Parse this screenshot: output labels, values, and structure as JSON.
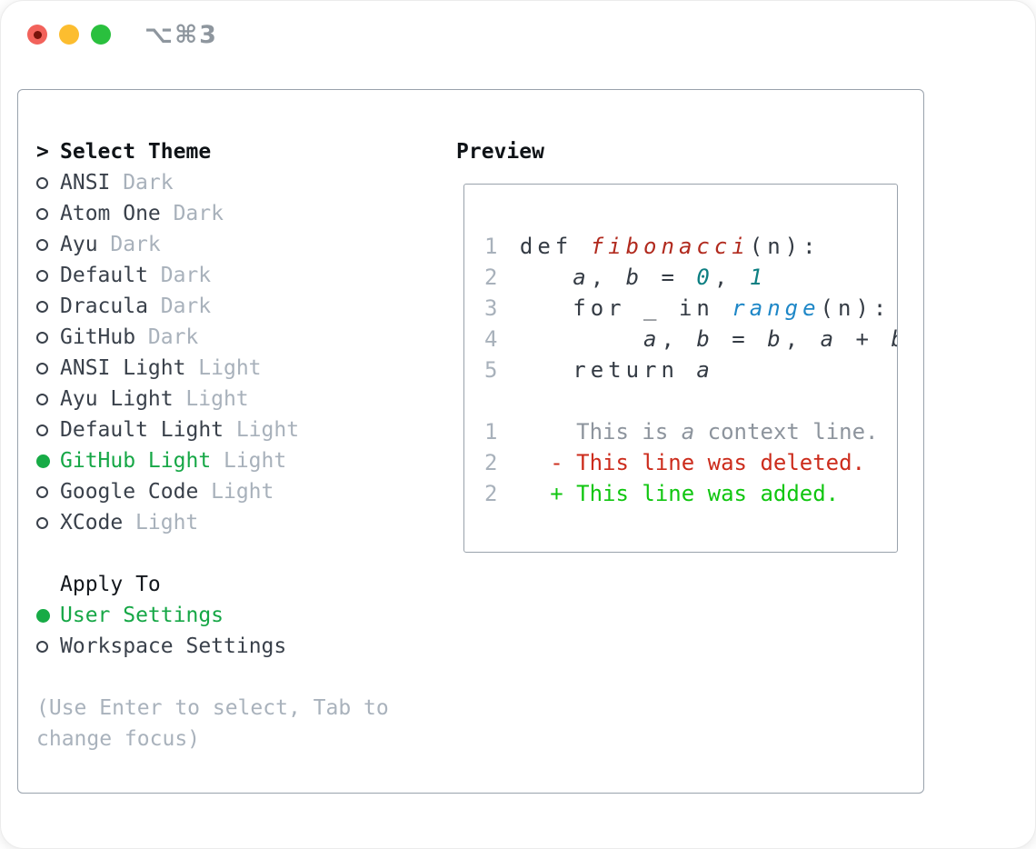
{
  "window": {
    "title": "⌥⌘3"
  },
  "traffic_lights": {
    "close_color": "#f2625b",
    "close_dot_color": "#77130b",
    "minimize_color": "#fcbd2f",
    "maximize_color": "#2ac03e"
  },
  "themes": {
    "prompt": ">",
    "header": "Select Theme",
    "items": [
      {
        "name": "ANSI",
        "variant": "Dark",
        "selected": false
      },
      {
        "name": "Atom One",
        "variant": "Dark",
        "selected": false
      },
      {
        "name": "Ayu",
        "variant": "Dark",
        "selected": false
      },
      {
        "name": "Default",
        "variant": "Dark",
        "selected": false
      },
      {
        "name": "Dracula",
        "variant": "Dark",
        "selected": false
      },
      {
        "name": "GitHub",
        "variant": "Dark",
        "selected": false
      },
      {
        "name": "ANSI Light",
        "variant": "Light",
        "selected": false
      },
      {
        "name": "Ayu Light",
        "variant": "Light",
        "selected": false
      },
      {
        "name": "Default Light",
        "variant": "Light",
        "selected": false
      },
      {
        "name": "GitHub Light",
        "variant": "Light",
        "selected": true
      },
      {
        "name": "Google Code",
        "variant": "Light",
        "selected": false
      },
      {
        "name": "XCode",
        "variant": "Light",
        "selected": false
      }
    ]
  },
  "apply_to": {
    "header": "Apply To",
    "items": [
      {
        "name": "User Settings",
        "selected": true
      },
      {
        "name": "Workspace Settings",
        "selected": false
      }
    ]
  },
  "footer": {
    "hint": "(Use Enter to select, Tab to change focus)"
  },
  "preview": {
    "title": "Preview",
    "code_lines": [
      {
        "segments": [
          {
            "text": "1",
            "style": "ln"
          },
          {
            "text": " def ",
            "style": "pl"
          },
          {
            "text": "fibonacci",
            "style": "fn"
          },
          {
            "text": "(n):",
            "style": "pl"
          }
        ]
      },
      {
        "segments": [
          {
            "text": "2",
            "style": "ln"
          },
          {
            "text": "    ",
            "style": "pl"
          },
          {
            "text": "a",
            "style": "var"
          },
          {
            "text": ", ",
            "style": "pl"
          },
          {
            "text": "b",
            "style": "var"
          },
          {
            "text": " = ",
            "style": "pl"
          },
          {
            "text": "0",
            "style": "num"
          },
          {
            "text": ", ",
            "style": "pl"
          },
          {
            "text": "1",
            "style": "num"
          }
        ]
      },
      {
        "segments": [
          {
            "text": "3",
            "style": "ln"
          },
          {
            "text": "    for _ in ",
            "style": "pl"
          },
          {
            "text": "range",
            "style": "rng"
          },
          {
            "text": "(n):",
            "style": "pl"
          }
        ]
      },
      {
        "segments": [
          {
            "text": "4",
            "style": "ln"
          },
          {
            "text": "        ",
            "style": "pl"
          },
          {
            "text": "a",
            "style": "var"
          },
          {
            "text": ", ",
            "style": "pl"
          },
          {
            "text": "b",
            "style": "var"
          },
          {
            "text": " = ",
            "style": "pl"
          },
          {
            "text": "b",
            "style": "var"
          },
          {
            "text": ", ",
            "style": "pl"
          },
          {
            "text": "a",
            "style": "var"
          },
          {
            "text": " + ",
            "style": "pl"
          },
          {
            "text": "b",
            "style": "var"
          }
        ]
      },
      {
        "segments": [
          {
            "text": "5",
            "style": "ln"
          },
          {
            "text": "    return ",
            "style": "pl"
          },
          {
            "text": "a",
            "style": "var"
          }
        ]
      }
    ],
    "diff_lines": [
      {
        "segments": [
          {
            "text": "1",
            "style": "ln"
          },
          {
            "text": "      This is ",
            "style": "ctx"
          },
          {
            "text": "a",
            "style": "ctx_i"
          },
          {
            "text": " context line.",
            "style": "ctx"
          }
        ]
      },
      {
        "segments": [
          {
            "text": "2",
            "style": "ln"
          },
          {
            "text": "    ",
            "style": "pl"
          },
          {
            "text": "- This line was deleted.",
            "style": "del"
          }
        ]
      },
      {
        "segments": [
          {
            "text": "2",
            "style": "ln"
          },
          {
            "text": "    ",
            "style": "pl"
          },
          {
            "text": "+ This line was added.",
            "style": "add"
          }
        ]
      }
    ]
  },
  "colors": {
    "selected_green": "#16a746",
    "added_green": "#10c610",
    "deleted_red": "#cc2c1c",
    "function_red": "#b12a1e",
    "number_teal": "#0d7f82",
    "builtin_blue": "#1e87c7",
    "muted_gray": "#a8b1bb",
    "context_gray": "#8d949d",
    "panel_border": "#99a2ac"
  }
}
